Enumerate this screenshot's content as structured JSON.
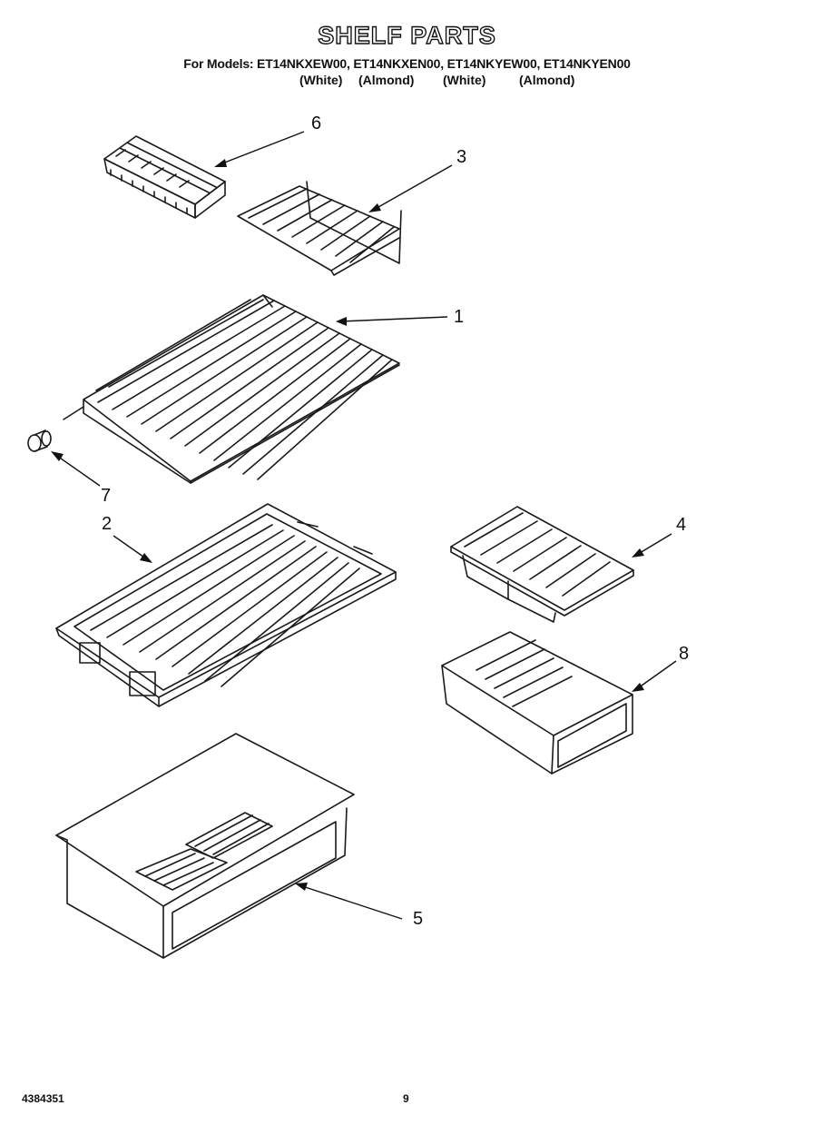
{
  "header": {
    "title": "SHELF PARTS",
    "models_line": "For Models: ET14NKXEW00, ET14NKXEN00, ET14NKYEW00, ET14NKYEN00",
    "colors": [
      "(White)",
      "(Almond)",
      "(White)",
      "(Almond)"
    ]
  },
  "callouts": {
    "c1": "1",
    "c2": "2",
    "c3": "3",
    "c4": "4",
    "c5": "5",
    "c6": "6",
    "c7": "7",
    "c8": "8"
  },
  "footer": {
    "doc_number": "4384351",
    "page_number": "9"
  }
}
